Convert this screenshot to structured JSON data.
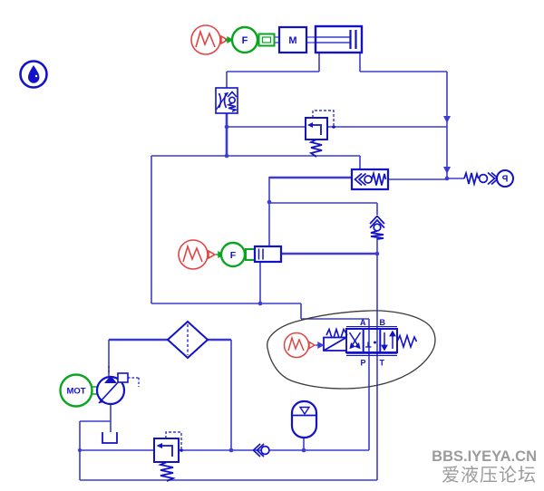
{
  "app": {
    "background": "#ffffff",
    "canvas": "hydraulic-circuit-schematic"
  },
  "colors": {
    "wire_blue": "#3c3cd0",
    "component_blue": "#1212c8",
    "signal_red": "#e04545",
    "control_green": "#0aa520",
    "watermark_gray": "#9b9b9b",
    "annotation_black": "#3a3a3a"
  },
  "schematic": {
    "labels": {
      "mass": "M",
      "force_transducer_1": "F",
      "force_transducer_2": "F",
      "motor": "MOT",
      "pressure_source": "P",
      "valve_port_a": "A",
      "valve_port_b": "B",
      "valve_port_p": "P",
      "valve_port_t": "T"
    },
    "components": [
      "fluid-properties",
      "signal-source",
      "force-transducer",
      "mass-block",
      "hydraulic-cylinder",
      "flow-control-with-check-valve",
      "pilot-relief-valve",
      "spring-loaded-check-valve",
      "pressure-source",
      "pilot-spool-valve",
      "check-valve",
      "proportional-directional-valve-4-3",
      "electric-motor",
      "variable-displacement-pump",
      "tank",
      "filter",
      "gas-accumulator",
      "system-relief-valve",
      "supply-check-valve",
      "hand-drawn-highlight"
    ]
  },
  "watermark": {
    "line1": "BBS.IYEYA.CN",
    "line2": "爱液压论坛"
  }
}
